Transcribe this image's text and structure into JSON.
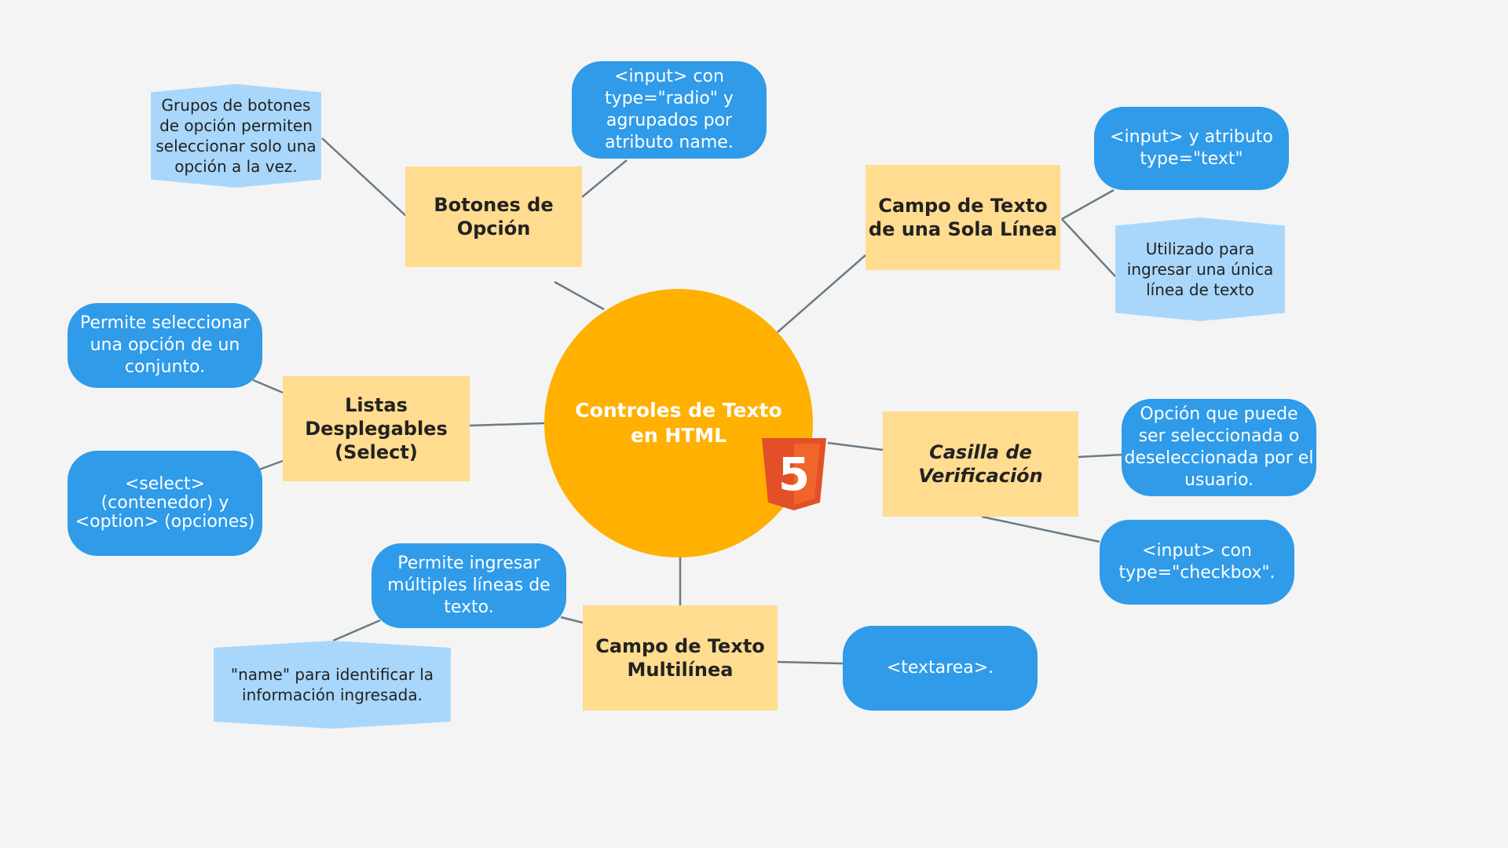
{
  "colors": {
    "background": "#f4f4f4",
    "center_fill": "#ffb000",
    "topic_fill": "#ffdc8f",
    "bubble_fill": "#2f9be9",
    "note_fill": "#a9d7fb",
    "connector": "#6a7b86"
  },
  "center": {
    "title": "Controles de Texto\nen HTML",
    "icon": "html5-logo-icon",
    "icon_text": "5"
  },
  "topics": {
    "botones": "Botones de\nOpción",
    "campo_linea": "Campo de Texto\nde una Sola Línea",
    "listas": "Listas\nDesplegables\n(Select)",
    "casilla": "Casilla de\nVerificación",
    "multilinea": "Campo de Texto\nMultilínea"
  },
  "details": {
    "radio_input": "<input> con\ntype=\"radio\" y\nagrupados por\natributo name.",
    "radio_note": "Grupos de botones\nde opción permiten\nseleccionar solo una\nopción a la vez.",
    "text_input": "<input> y atributo\ntype=\"text\"",
    "text_note": "Utilizado para\ningresar una única\nlínea de texto",
    "select_desc": "Permite seleccionar\nuna opción de un\nconjunto.",
    "select_tags": "<select>\n(contenedor) y\n<option> (opciones)",
    "checkbox_desc": "Opción que puede\nser seleccionada o\ndeseleccionada por el\nusuario.",
    "checkbox_input": "<input> con\ntype=\"checkbox\".",
    "textarea_desc": "Permite ingresar\nmúltiples líneas de\ntexto.",
    "textarea_note": "\"name\" para identificar la\ninformación ingresada.",
    "textarea_tag": "<textarea>."
  }
}
